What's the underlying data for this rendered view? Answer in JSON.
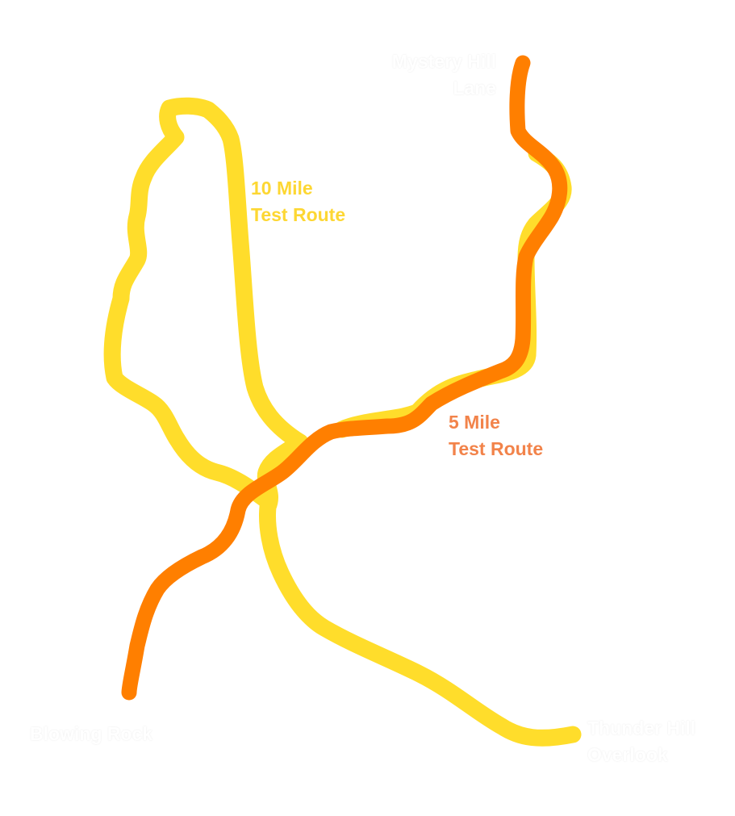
{
  "routes": [
    {
      "name": "10 Mile Test Route",
      "label_lines": [
        "10 Mile",
        "Test Route"
      ],
      "color": "#FFDD2B"
    },
    {
      "name": "5 Mile Test Route",
      "label_lines": [
        "5 Mile",
        "Test Route"
      ],
      "color": "#FF7F00"
    }
  ],
  "route_label_colors": {
    "ten_mile": "#FDD733",
    "five_mile": "#F2834A"
  },
  "places": {
    "mystery_hill_lane": [
      "Mystery Hill",
      "Lane"
    ],
    "blowing_rock": [
      "Blowing Rock"
    ],
    "thunder_hill_overlook": [
      "Thunder Hill",
      "Overlook"
    ]
  }
}
